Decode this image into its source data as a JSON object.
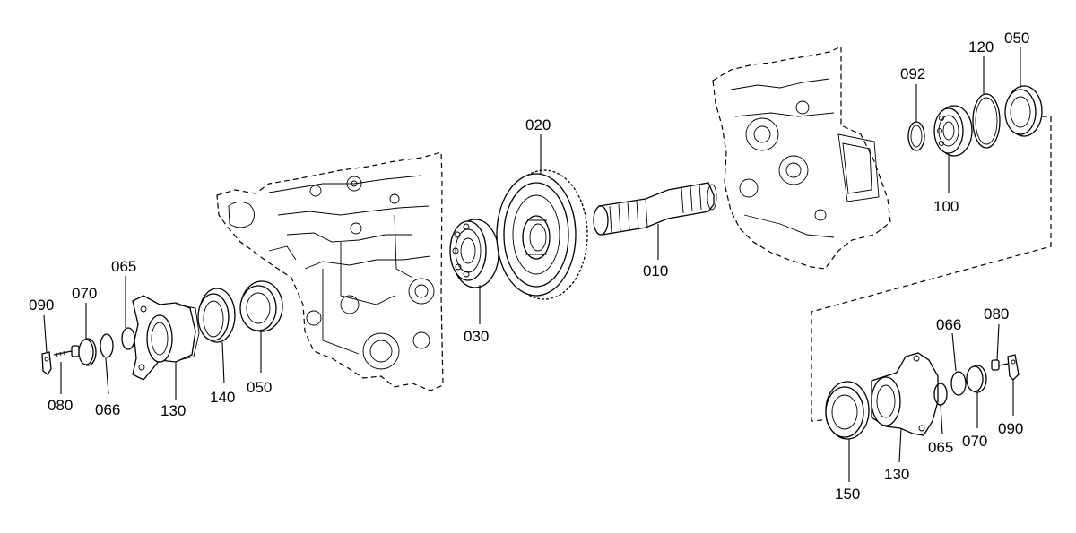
{
  "diagram": {
    "labels": {
      "shaft": "010",
      "gear": "020",
      "bearing_center": "030",
      "seal_right_top": "050",
      "seal_left": "050",
      "oring_left": "065",
      "oring_right": "065",
      "ring_left": "066",
      "ring_right": "066",
      "washer_left": "070",
      "washer_right": "070",
      "screw_left": "080",
      "screw_right": "080",
      "lockplate_left": "090",
      "lockplate_right": "090",
      "circlip_right_top": "092",
      "bearing_right_top": "100",
      "snapring_right_top": "120",
      "flange_left": "130",
      "flange_right": "130",
      "shim_left": "140",
      "shim_right": "150"
    }
  }
}
